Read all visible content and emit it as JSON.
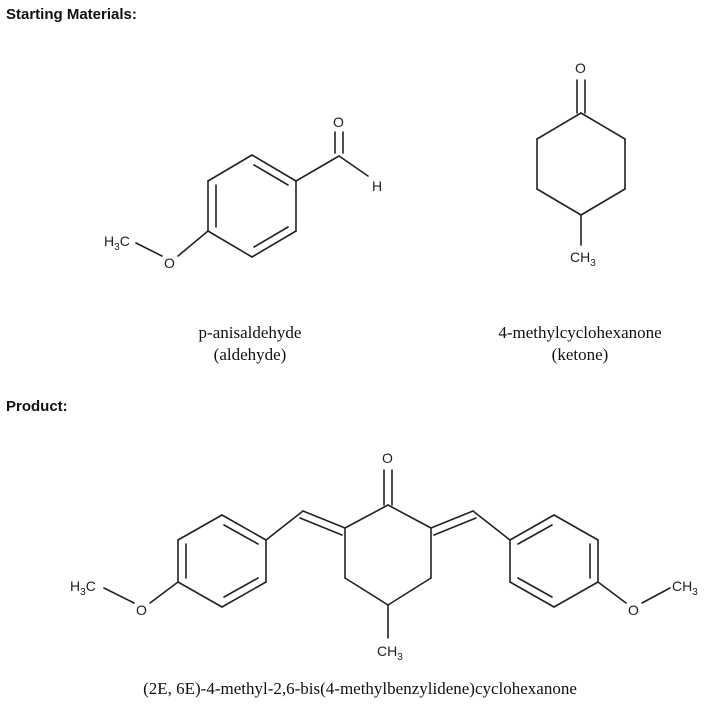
{
  "headings": {
    "starting": "Starting Materials:",
    "product": "Product:"
  },
  "compounds": {
    "aldehyde": {
      "name": "p-anisaldehyde",
      "type": "(aldehyde)",
      "atoms": {
        "carbonyl_o": "O",
        "aldehyde_h": "H",
        "ether_o": "O",
        "methyl": "H",
        "methyl_sub": "3",
        "methyl_c": "C"
      }
    },
    "ketone": {
      "name": "4-methylcyclohexanone",
      "type": "(ketone)",
      "atoms": {
        "carbonyl_o": "O",
        "methyl_c": "CH",
        "methyl_sub": "3"
      }
    },
    "product": {
      "name": "(2E, 6E)-4-methyl-2,6-bis(4-methylbenzylidene)cyclohexanone",
      "atoms": {
        "carbonyl_o": "O",
        "left_o": "O",
        "left_methyl": "H",
        "left_methyl_sub": "3",
        "left_methyl_c": "C",
        "right_o": "O",
        "right_methyl": "CH",
        "right_methyl_sub": "3",
        "ring_methyl": "CH",
        "ring_methyl_sub": "3"
      }
    }
  }
}
